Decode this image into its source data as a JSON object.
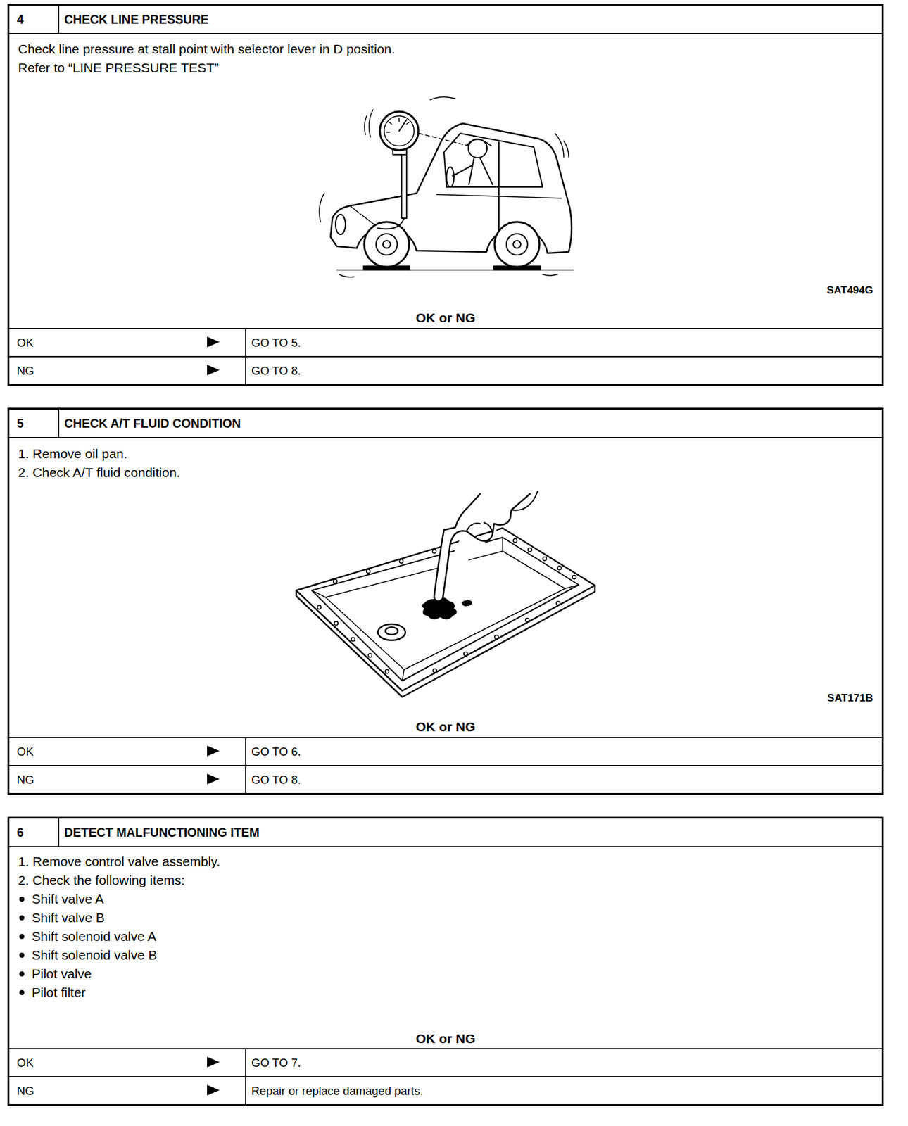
{
  "diagram": {
    "nodes": [
      {
        "text": [
          "Check line pressure at stall point with selector lever in D position.",
          "Refer to “LINE PRESSURE TEST”",
          "SAT494G",
          "OK or NG"
        ]
      },
      {
        "text": [
          "4"
        ],
        "in": 0
      },
      {
        "text": [
          "CHECK LINE PRESSURE"
        ],
        "in": 0
      },
      {
        "text": [
          "OK"
        ],
        "in": 0
      },
      {
        "text": [
          "GO TO 5."
        ],
        "in": 0
      },
      {
        "text": [
          "NG"
        ],
        "in": 0
      },
      {
        "text": [
          "GO TO 8."
        ],
        "in": 0
      },
      {
        "text": [
          "1. Remove oil pan.",
          "2. Check A/T fluid condition.",
          "SAT171B",
          "OK or NG"
        ]
      },
      {
        "text": [
          "5"
        ],
        "in": 7
      },
      {
        "text": [
          "CHECK A/T FLUID CONDITION"
        ],
        "in": 7
      },
      {
        "text": [
          "OK"
        ],
        "in": 7
      },
      {
        "text": [
          "GO TO 6."
        ],
        "in": 7
      },
      {
        "text": [
          "NG"
        ],
        "in": 7
      },
      {
        "text": [
          "GO TO 8."
        ],
        "in": 7
      },
      {
        "text": [
          "1. Remove control valve assembly.",
          "2. Check the following items:",
          "Shift valve A",
          "Shift valve B",
          "Shift solenoid valve A",
          "Shift solenoid valve B",
          "Pilot valve",
          "Pilot filter",
          "OK or NG"
        ]
      },
      {
        "text": [
          "6"
        ],
        "in": 14
      },
      {
        "text": [
          "DETECT MALFUNCTIONING ITEM"
        ],
        "in": 14
      },
      {
        "text": [
          "OK"
        ],
        "in": 14
      },
      {
        "text": [
          "GO TO 7."
        ],
        "in": 14
      },
      {
        "text": [
          "NG"
        ],
        "in": 14
      },
      {
        "text": [
          "Repair or replace damaged parts."
        ],
        "in": 14
      }
    ]
  }
}
